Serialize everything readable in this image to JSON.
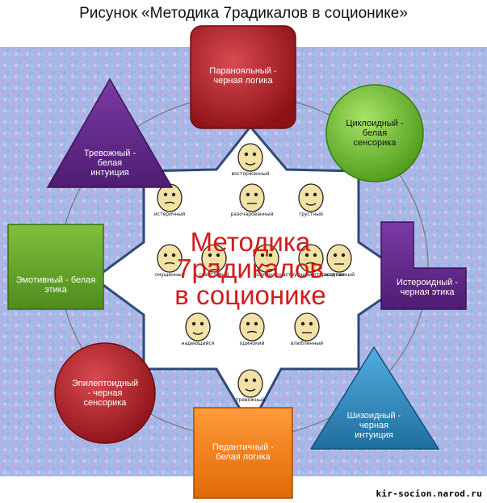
{
  "title": "Рисунок «Методика 7радикалов в соционике»",
  "center_text": "Методика\n7радикалов\nв соционике",
  "footer": "kir-socion.narod.ru",
  "colors": {
    "background_mottle": "#a8b8e6",
    "star_fill": "#ffffff",
    "star_border": "#2e4a7a",
    "center_text": "#d21c1c",
    "paranoid": "#b01d23",
    "cycloid": "#6fbe2b",
    "hysteroid": "#6a2b8a",
    "schizoid": "#2f86c0",
    "pedantic": "#f07a10",
    "epileptoid": "#b5161d",
    "emotive": "#65a72a",
    "anxious": "#5c2a8c"
  },
  "radicals": [
    {
      "id": "paranoid",
      "shape": "rounded-square",
      "label": "Паранояльный -\nчерная логика"
    },
    {
      "id": "cycloid",
      "shape": "circle",
      "label": "Циклоидный -\nбелая\nсенсорика"
    },
    {
      "id": "hysteroid",
      "shape": "l-shape",
      "label": "Истероидный -\nчерная этика"
    },
    {
      "id": "schizoid",
      "shape": "triangle",
      "label": "Шизоидный -\nчерная\nинтуиция"
    },
    {
      "id": "pedantic",
      "shape": "square",
      "label": "Педантичный -\nбелая логика"
    },
    {
      "id": "epileptoid",
      "shape": "circle",
      "label": "Эпилептоидный\n- черная\nсенсорика"
    },
    {
      "id": "emotive",
      "shape": "l-shape",
      "label": "Эмотивный - белая\nэтика"
    },
    {
      "id": "anxious",
      "shape": "triangle",
      "label": "Тревожный -\nбелая\nинтуиция"
    }
  ],
  "faces": {
    "labels": [
      "восторженный",
      "истеричный",
      "разочарованный",
      "грустный",
      "смущенный",
      "счастливый",
      "злобный",
      "чувствующий отвращение",
      "испуганный",
      "надеющийся",
      "одинокий",
      "влюбленный",
      "тревожный"
    ]
  }
}
